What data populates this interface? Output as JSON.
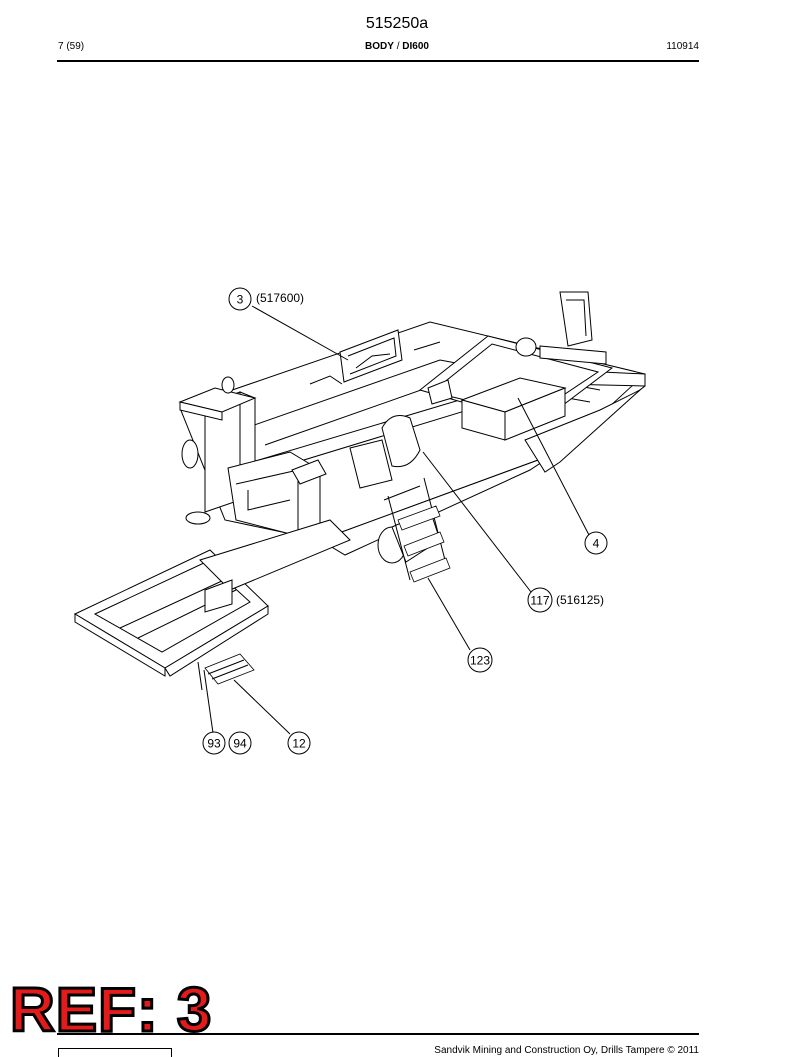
{
  "header": {
    "doc_number": "515250a",
    "page": "7 (59)",
    "section_title": "BODY",
    "section_sep": " / ",
    "model": "DI600",
    "date_code": "110914"
  },
  "callouts": [
    {
      "id": "c3",
      "label": "3",
      "part_no": "(517600)"
    },
    {
      "id": "c4",
      "label": "4",
      "part_no": ""
    },
    {
      "id": "c117",
      "label": "117",
      "part_no": "(516125)"
    },
    {
      "id": "c123",
      "label": "123",
      "part_no": ""
    },
    {
      "id": "c93",
      "label": "93",
      "part_no": ""
    },
    {
      "id": "c94",
      "label": "94",
      "part_no": ""
    },
    {
      "id": "c12",
      "label": "12",
      "part_no": ""
    }
  ],
  "stamp": {
    "text": "REF: 3",
    "color": "#e31b1b"
  },
  "footer": {
    "copyright": "Sandvik Mining and Construction Oy, Drills Tampere © 2011"
  }
}
